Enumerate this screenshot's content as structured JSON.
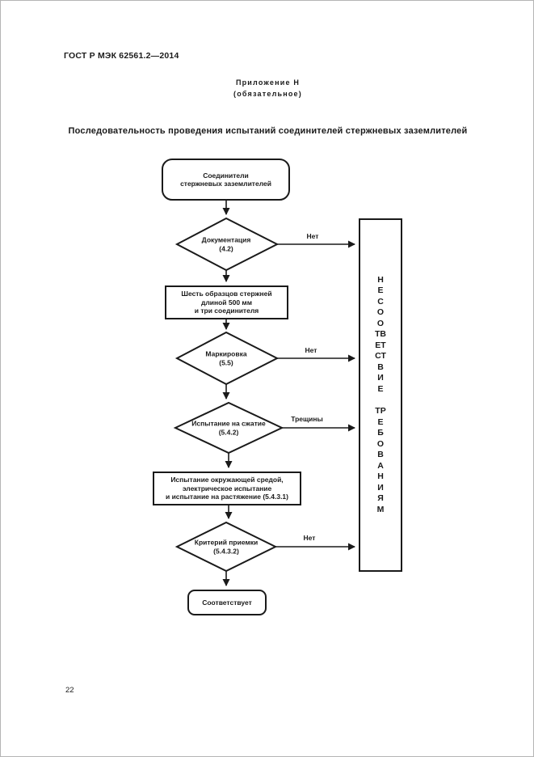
{
  "page": {
    "header": "ГОСТ Р МЭК 62561.2—2014",
    "appendix": {
      "line1": "Приложение Н",
      "line2": "(обязательное)"
    },
    "title": "Последовательность проведения испытаний соединителей стержневых заземлителей",
    "page_number": "22"
  },
  "flowchart": {
    "start": "Соединители\nстержневых заземлителей",
    "decision_documentation": "Документация\n(4.2)",
    "process_samples": "Шесть образцов стержней\nдлиной 500 мм\nи три соединителя",
    "decision_marking": "Маркировка\n(5.5)",
    "decision_compression": "Испытание на сжатие\n(5.4.2)",
    "process_environment": "Испытание окружающей средой,\nэлектрическое испытание\nи испытание на растяжение (5.4.3.1)",
    "decision_acceptance": "Критерий приемки\n(5.4.3.2)",
    "end": "Соответствует",
    "nonconformity": {
      "word1": "НЕСООТВЕТСТВИЕ",
      "word2": "ТРЕБОВАНИЯМ"
    },
    "edge_labels": {
      "no1": "Нет",
      "no2": "Нет",
      "cracks": "Трещины",
      "no3": "Нет"
    }
  },
  "colors": {
    "ink": "#1a1a1a",
    "page_border": "#b5b5b5"
  }
}
